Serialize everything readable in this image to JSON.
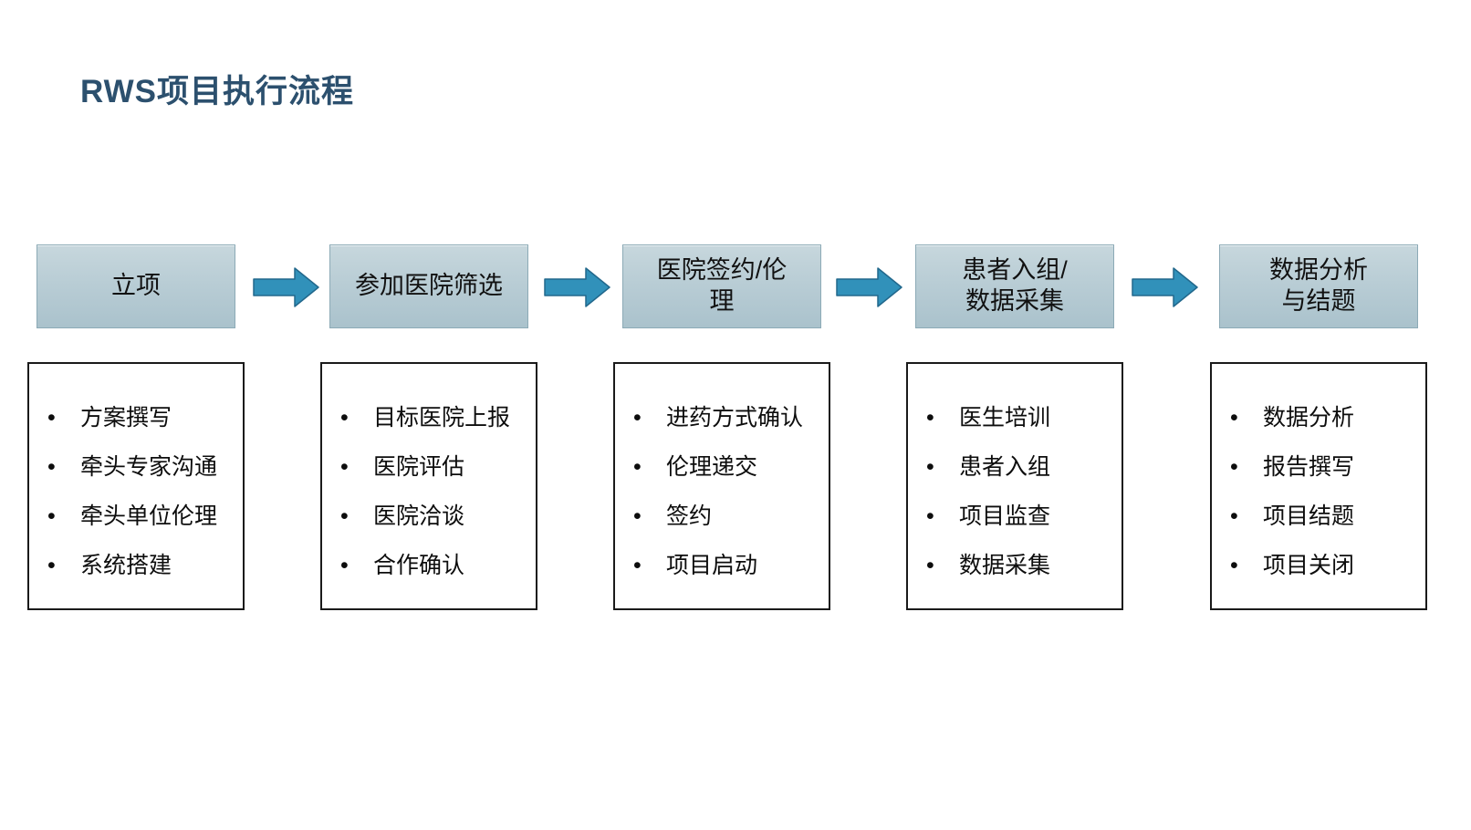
{
  "title": "RWS项目执行流程",
  "flow": {
    "stages": [
      {
        "label": "立项",
        "details": [
          "方案撰写",
          "牵头专家沟通",
          "牵头单位伦理",
          "系统搭建"
        ]
      },
      {
        "label": "参加医院筛选",
        "details": [
          "目标医院上报",
          "医院评估",
          "医院洽谈",
          "合作确认"
        ]
      },
      {
        "label": "医院签约/伦\n理",
        "details": [
          "进药方式确认",
          "伦理递交",
          "签约",
          "项目启动"
        ]
      },
      {
        "label": "患者入组/\n数据采集",
        "details": [
          "医生培训",
          "患者入组",
          "项目监查",
          "数据采集"
        ]
      },
      {
        "label": "数据分析\n与结题",
        "details": [
          "数据分析",
          "报告撰写",
          "项目结题",
          "项目关闭"
        ]
      }
    ]
  },
  "icons": {
    "bullet": "•",
    "arrow": "right-block-arrow"
  },
  "colors": {
    "title": "#2c506e",
    "stage_fill_top": "#c7d7dd",
    "stage_fill_bottom": "#aac2cc",
    "stage_border": "#8caab6",
    "arrow_fill": "#3191ba",
    "arrow_stroke": "#22688c",
    "detail_border": "#1a1a1a",
    "text": "#0d0d0d",
    "background": "#ffffff"
  }
}
